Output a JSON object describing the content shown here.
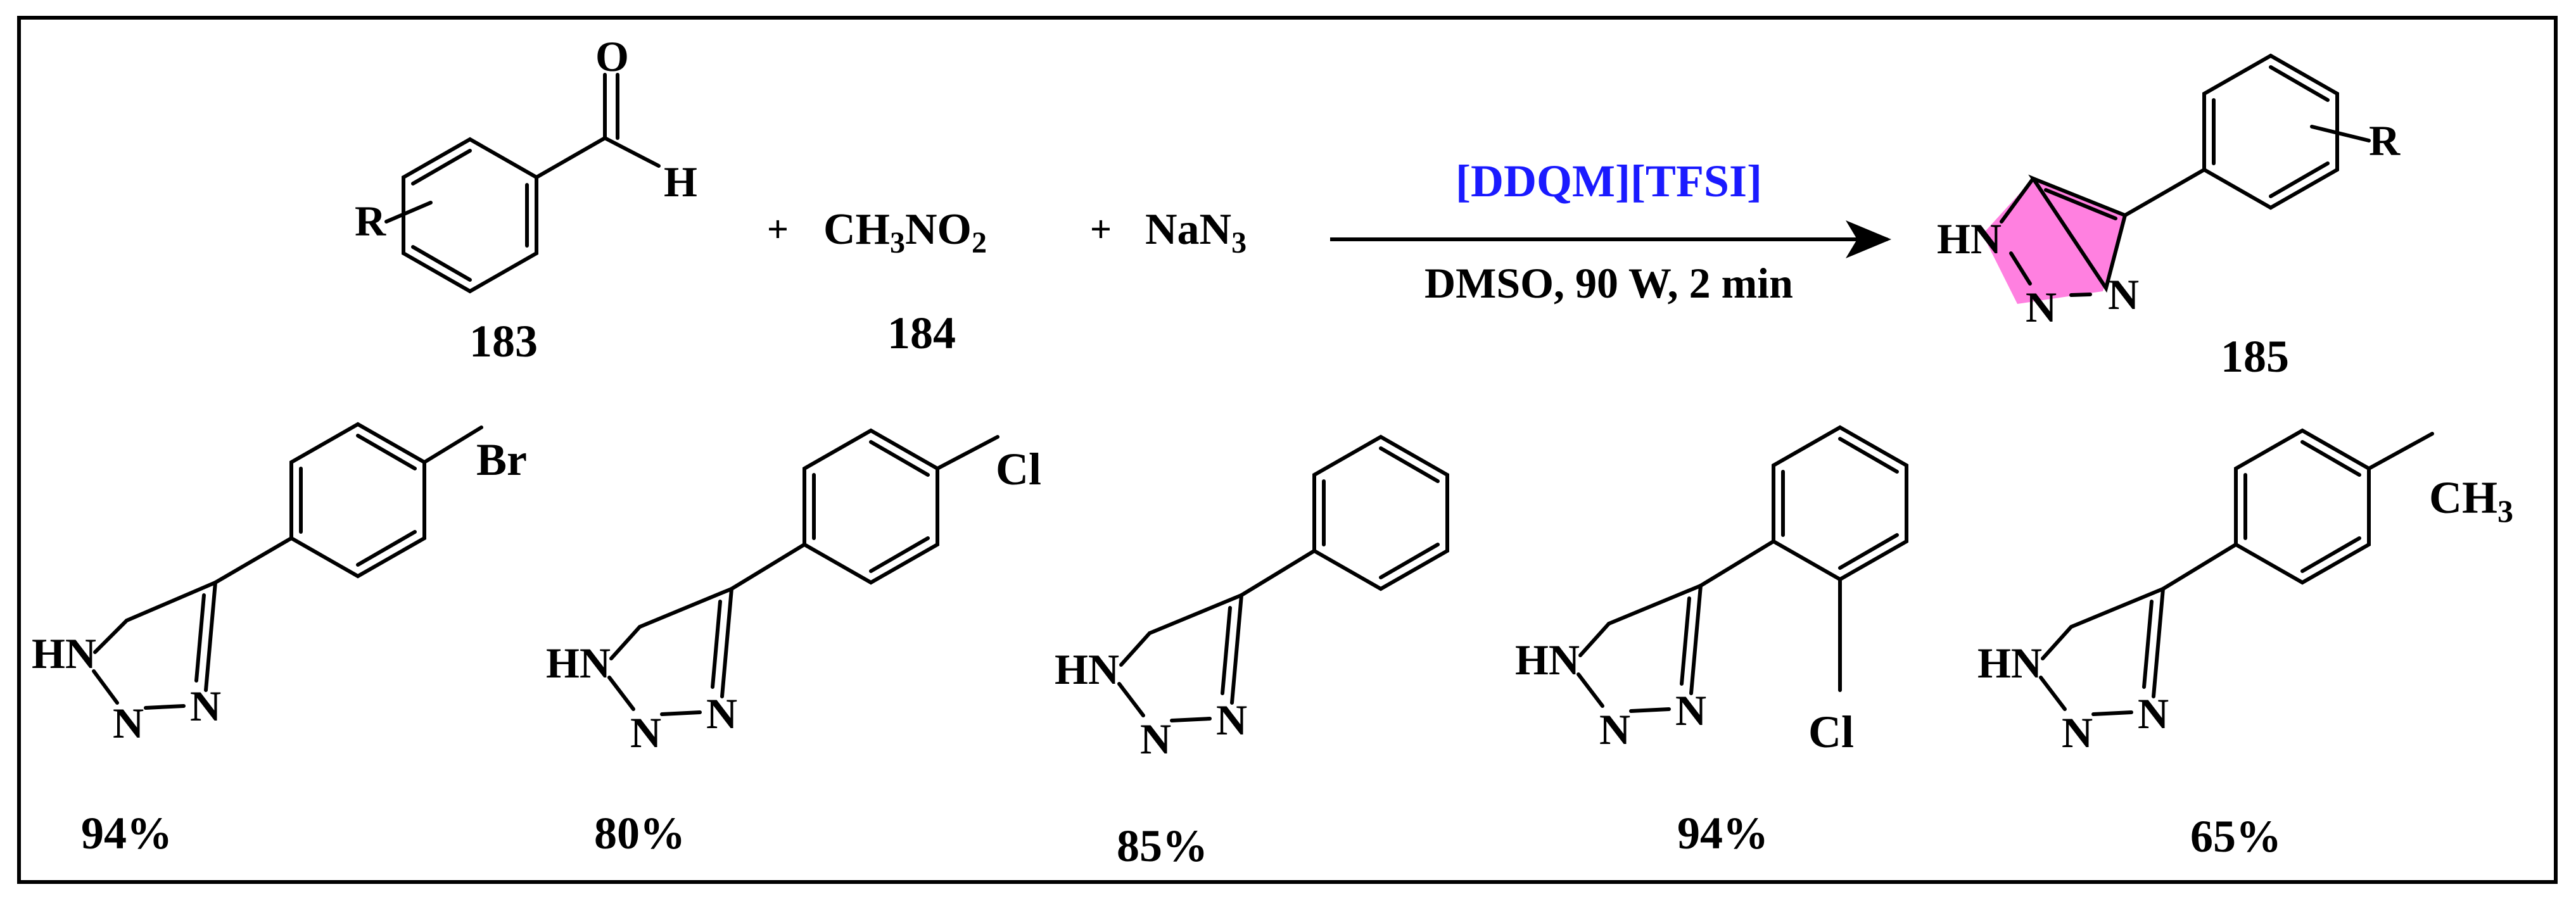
{
  "reaction": {
    "reactant_aldehyde": {
      "number": "183",
      "substituent": "R",
      "oxygen": "O",
      "hydrogen": "H"
    },
    "plus_1": "+",
    "reactant_nitromethane": {
      "number": "184",
      "formula_main": "CH",
      "sub1": "3",
      "formula_mid": "NO",
      "sub2": "2"
    },
    "plus_2": "+",
    "reactant_azide": {
      "formula_main": "NaN",
      "sub": "3"
    },
    "catalyst": "[DDQM][TFSI]",
    "conditions": "DMSO, 90 W, 2 min",
    "product": {
      "number": "185",
      "substituent": "R",
      "nh": "HN",
      "n_mid": "N",
      "n_right": "N",
      "highlight_color": "#ff80e0"
    }
  },
  "examples": [
    {
      "substituent": "Br",
      "yield": "94%",
      "nh": "HN",
      "n1": "N",
      "n2": "N"
    },
    {
      "substituent": "Cl",
      "yield": "80%",
      "nh": "HN",
      "n1": "N",
      "n2": "N"
    },
    {
      "substituent": "",
      "yield": "85%",
      "nh": "HN",
      "n1": "N",
      "n2": "N"
    },
    {
      "substituent": "Cl",
      "yield": "94%",
      "nh": "HN",
      "n1": "N",
      "n2": "N"
    },
    {
      "substituent": "CH",
      "substituent_sub": "3",
      "yield": "65%",
      "nh": "HN",
      "n1": "N",
      "n2": "N"
    }
  ],
  "colors": {
    "catalyst": "#1a1aff",
    "triazole_highlight": "#ff80e0",
    "frame": "#000000"
  }
}
